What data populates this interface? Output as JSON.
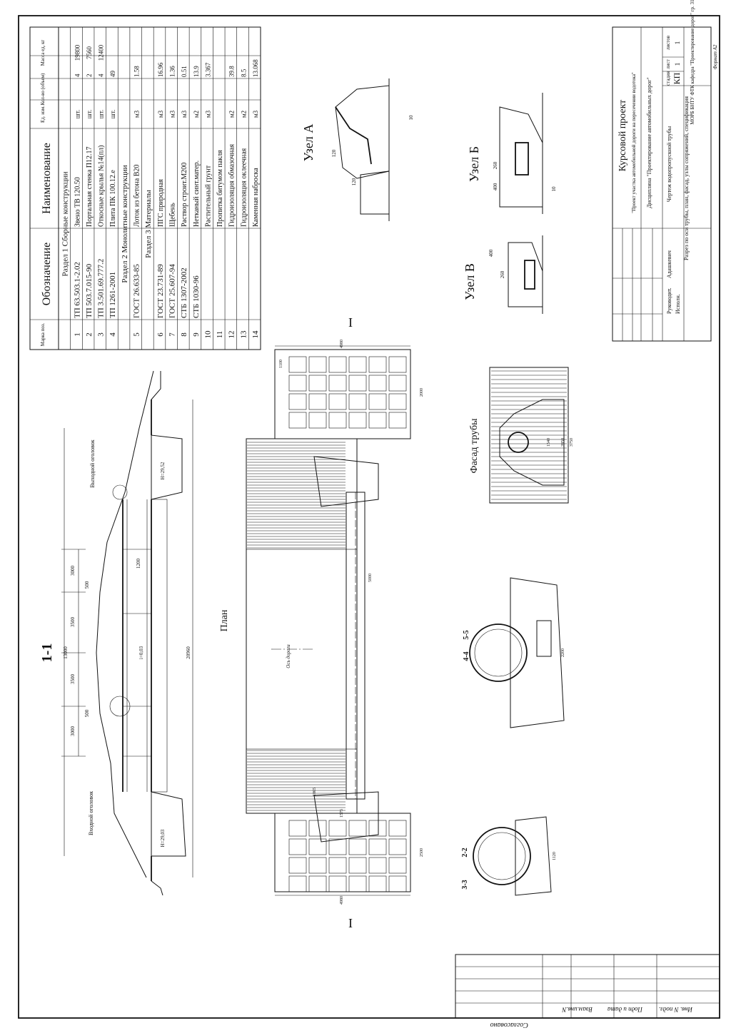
{
  "title_block": {
    "course_project": "Курсовой проект",
    "project_name": "\"Проект участка автомобильной дороги на пересечении водотока\"",
    "discipline": "Дисциплина \"Проектирование автомобильных дорог\"",
    "drawing_name": "Чертеж водопропускной трубы",
    "sheet_content": "Разрез по оси трубы, план, фасад, узлы сопряжений, спецификация",
    "stage_label": "стадия",
    "sheet_label": "лист",
    "sheets_label": "листов",
    "stage": "КП",
    "sheet": "1",
    "sheets": "1",
    "org": "МОРБ БНТУ ФТК кафедра \"Проектирование дорог\" гр. 314316",
    "rukovod_label": "Руководит.",
    "rukovod_name": "Адашкевич",
    "ispoln_label": "Исполн.",
    "format": "Формат А2"
  },
  "side_stamp": {
    "agreed": "Согласовано",
    "inv_podl": "Инв. N подл.",
    "sign_date": "Подп и дата",
    "vzam": "Взам.инв.N"
  },
  "spec_table": {
    "headers": [
      "Марка поз.",
      "Обозначение",
      "Наименование",
      "Ед. изм.",
      "Кол-во (объем)",
      "Масса ед, кг"
    ],
    "sections": [
      {
        "title": "Раздел 1 Сборные конструкции",
        "rows": [
          {
            "pos": "1",
            "code": "ТП 63.503.1-2.02",
            "name": "Звено ТВ 120.50",
            "unit": "шт.",
            "qty": "4",
            "mass": "19800"
          },
          {
            "pos": "2",
            "code": "ТП 503.7.015-90",
            "name": "Портальная стенка П12.17",
            "unit": "шт.",
            "qty": "2",
            "mass": "7560"
          },
          {
            "pos": "3",
            "code": "ТП 3.501.69.777.2",
            "name": "Откосные крылья №14(пл)",
            "unit": "шт.",
            "qty": "4",
            "mass": "12400"
          },
          {
            "pos": "4",
            "code": "ТП 1261-2001",
            "name": "Плита ПК 100.12.е",
            "unit": "шт.",
            "qty": "49",
            "mass": ""
          }
        ]
      },
      {
        "title": "Раздел 2 Монолитные конструкции",
        "rows": [
          {
            "pos": "5",
            "code": "ГОСТ 26.633-85",
            "name": "Лоток из бетона В20",
            "unit": "м3",
            "qty": "1.58",
            "mass": ""
          }
        ]
      },
      {
        "title": "Раздел 3 Материалы",
        "rows": [
          {
            "pos": "6",
            "code": "ГОСТ 23.731-89",
            "name": "ПГС природная",
            "unit": "м3",
            "qty": "16.96",
            "mass": ""
          },
          {
            "pos": "7",
            "code": "ГОСТ 25.607-94",
            "name": "Щебень",
            "unit": "м3",
            "qty": "1.36",
            "mass": ""
          },
          {
            "pos": "8",
            "code": "СТБ 1307-2002",
            "name": "Раствор строит.М200",
            "unit": "м3",
            "qty": "0.51",
            "mass": ""
          },
          {
            "pos": "9",
            "code": "СТБ 1030-96",
            "name": "Нетканый синт.матер.",
            "unit": "м2",
            "qty": "13.9",
            "mass": ""
          },
          {
            "pos": "10",
            "code": "",
            "name": "Растительный грунт",
            "unit": "м3",
            "qty": "3.367",
            "mass": ""
          },
          {
            "pos": "11",
            "code": "",
            "name": "Пропитка битумом пакля",
            "unit": "",
            "qty": "",
            "mass": ""
          },
          {
            "pos": "12",
            "code": "",
            "name": "Гидроизоляция обмазочная",
            "unit": "м2",
            "qty": "39.8",
            "mass": ""
          },
          {
            "pos": "13",
            "code": "",
            "name": "Гидроизоляция оклеечная",
            "unit": "м2",
            "qty": "8.5",
            "mass": ""
          },
          {
            "pos": "14",
            "code": "",
            "name": "Каменная наброска",
            "unit": "м3",
            "qty": "13.068",
            "mass": ""
          }
        ]
      }
    ]
  },
  "views": {
    "section_1_1": "1-1",
    "plan": "План",
    "facade": "Фасад трубы",
    "node_a": "Узел А",
    "node_b": "Узел Б",
    "node_v": "Узел В",
    "sec_2_2": "2-2",
    "sec_3_3": "3-3",
    "sec_4_4": "4-4",
    "sec_5_5": "5-5",
    "inlet": "Входной оголовок",
    "outlet": "Выходной оголовок",
    "road_axis": "Ось дороги",
    "cut_mark": "I"
  },
  "dimensions": {
    "total_len": "20960",
    "pipe_len": "13000",
    "seg_3000a": "3000",
    "seg_3500a": "3500",
    "seg_3500b": "3500",
    "seg_3000b": "3000",
    "d_500": "500",
    "d_1200": "1200",
    "plan_4980": "4980",
    "plan_2500": "2500",
    "plan_2000": "2000",
    "plan_5000": "5000",
    "plan_1100": "1100",
    "plan_1865": "1865",
    "plan_1575": "1575",
    "fac_1540": "1540",
    "fac_2850": "2850",
    "fac_3750": "3750",
    "node_260": "260",
    "node_400": "400",
    "node_120": "120",
    "node_10": "10",
    "sec_1120": "1120",
    "sec_2200": "2200",
    "h_inlet": "H=29,03",
    "h_outlet": "H=29,52",
    "slope": "i=0,03"
  }
}
